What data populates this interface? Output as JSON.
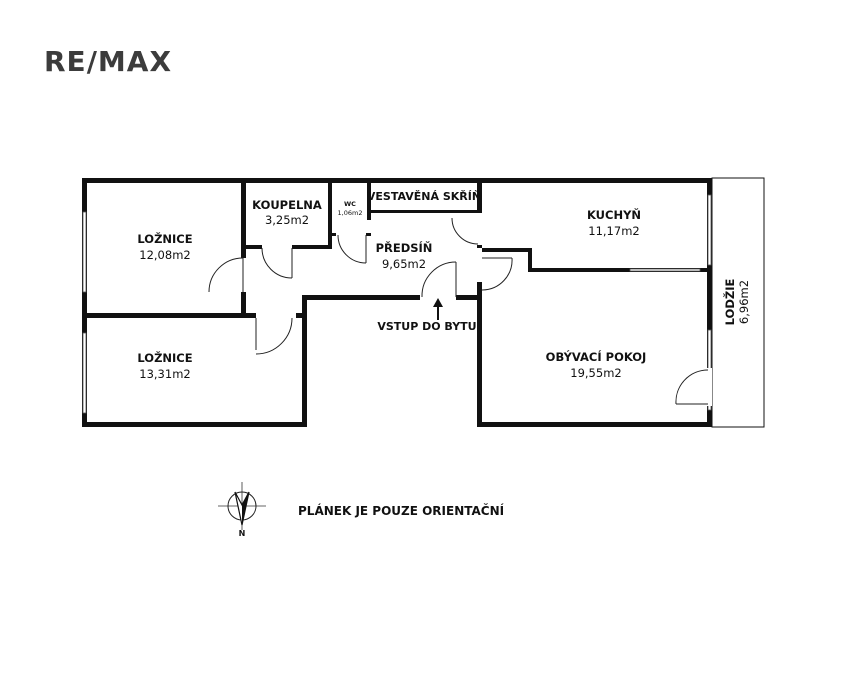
{
  "logo": {
    "text": "RE/MAX"
  },
  "rooms": {
    "loznice1": {
      "name": "LOŽNICE",
      "area": "12,08m2"
    },
    "koupelna": {
      "name": "KOUPELNA",
      "area": "3,25m2"
    },
    "wc": {
      "name": "WC",
      "area": "1,06m2"
    },
    "skrin": {
      "name": "VESTAVĚNÁ SKŘÍŇ"
    },
    "predsin": {
      "name": "PŘEDSÍŇ",
      "area": "9,65m2"
    },
    "kuchyn": {
      "name": "KUCHYŇ",
      "area": "11,17m2"
    },
    "loznice2": {
      "name": "LOŽNICE",
      "area": "13,31m2"
    },
    "obyvaci": {
      "name": "OBÝVACÍ POKOJ",
      "area": "19,55m2"
    },
    "lodzie": {
      "name": "LODŽIE",
      "area": "6,96m2"
    }
  },
  "entrance": {
    "label": "VSTUP DO BYTU"
  },
  "compass": {
    "label": "N"
  },
  "note": "PLÁNEK JE POUZE ORIENTAČNÍ"
}
